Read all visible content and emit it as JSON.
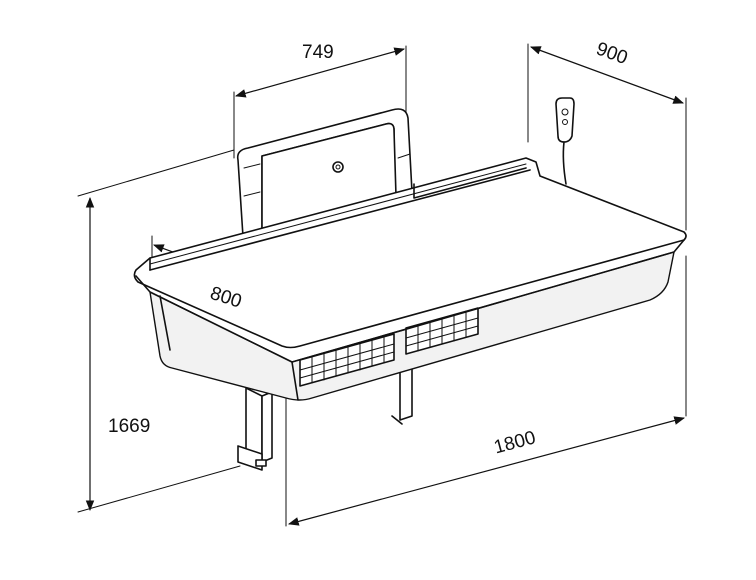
{
  "dimensions": {
    "backrest_width": "749",
    "depth": "900",
    "inner_width": "800",
    "height": "1669",
    "length": "1800"
  }
}
